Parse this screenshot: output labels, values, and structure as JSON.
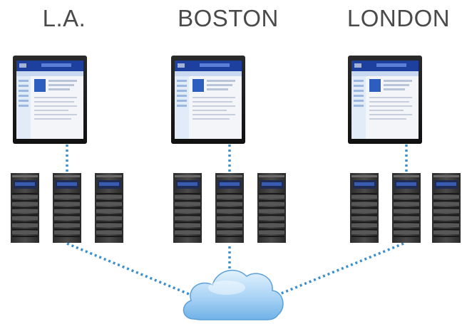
{
  "sites": [
    {
      "id": "la",
      "label": "L.A."
    },
    {
      "id": "boston",
      "label": "BOSTON"
    },
    {
      "id": "london",
      "label": "LONDON"
    }
  ],
  "icons": {
    "monitor": "monitor-icon",
    "server": "server-rack-icon",
    "cloud": "cloud-icon"
  },
  "colors": {
    "connector": "#3a8fd0",
    "label": "#4a4a4a",
    "cloud": "#a9d3f5",
    "server": "#3c3c3c",
    "screen_header": "#1d3f9e"
  }
}
